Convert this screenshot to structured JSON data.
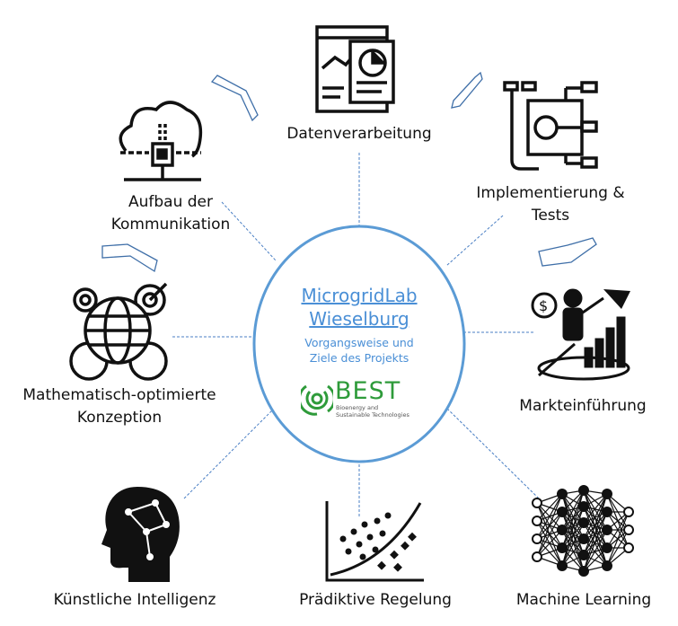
{
  "center": {
    "title_line1": "MicrogridLab",
    "title_line2": "Wieselburg",
    "subtitle_line1": "Vorgangsweise und",
    "subtitle_line2": "Ziele des Projekts",
    "logo_word": "BEST",
    "logo_sub_line1": "Bioenergy and",
    "logo_sub_line2": "Sustainable Technologies"
  },
  "nodes": {
    "datenverarbeitung": {
      "label": "Datenverarbeitung",
      "icon": "data-analysis-icon"
    },
    "implementierung": {
      "label_line1": "Implementierung &",
      "label_line2": "Tests",
      "icon": "flowchart-icon"
    },
    "markteinfuehrung": {
      "label": "Markteinführung",
      "icon": "business-growth-icon"
    },
    "machine_learning": {
      "label": "Machine Learning",
      "icon": "neural-network-icon"
    },
    "praediktive_regelung": {
      "label": "Prädiktive Regelung",
      "icon": "scatter-plot-icon"
    },
    "ki": {
      "label": "Künstliche Intelligenz",
      "icon": "ai-head-icon"
    },
    "mathematisch": {
      "label_line1": "Mathematisch-optimierte",
      "label_line2": "Konzeption",
      "icon": "globe-gear-icon"
    },
    "kommunikation": {
      "label_line1": "Aufbau der",
      "label_line2": "Kommunikation",
      "icon": "cloud-chip-icon"
    }
  },
  "colors": {
    "accent": "#4a8fd6",
    "chevron": "#3f6fa8",
    "logo": "#2e9b3a",
    "text": "#111111"
  }
}
